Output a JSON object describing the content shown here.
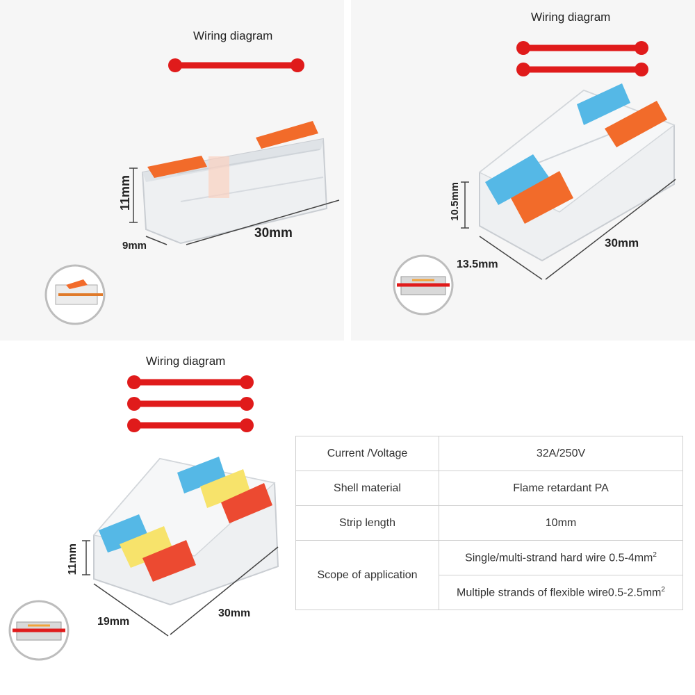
{
  "panels": [
    {
      "title": "Wiring diagram",
      "lines": 1,
      "dims": {
        "height": "11mm",
        "width": "9mm",
        "length": "30mm"
      }
    },
    {
      "title": "Wiring diagram",
      "lines": 2,
      "dims": {
        "height": "10.5mm",
        "width": "13.5mm",
        "length": "30mm"
      }
    },
    {
      "title": "Wiring diagram",
      "lines": 3,
      "dims": {
        "height": "11mm",
        "width": "19mm",
        "length": "30mm"
      }
    }
  ],
  "specs": {
    "current_label": "Current /Voltage",
    "current_value": "32A/250V",
    "shell_label": "Shell material",
    "shell_value": "Flame retardant PA",
    "strip_label": "Strip length",
    "strip_value": "10mm",
    "scope_label": "Scope of application",
    "scope_value_1": "Single/multi-strand hard wire 0.5-4mm",
    "scope_value_2": "Multiple strands of flexible wire0.5-2.5mm",
    "superscript": "2"
  },
  "colors": {
    "wire": "#e01b1b",
    "orange": "#f26b2a",
    "blue": "#55b8e6",
    "yellow": "#f7e36b",
    "red": "#ec4a31"
  }
}
